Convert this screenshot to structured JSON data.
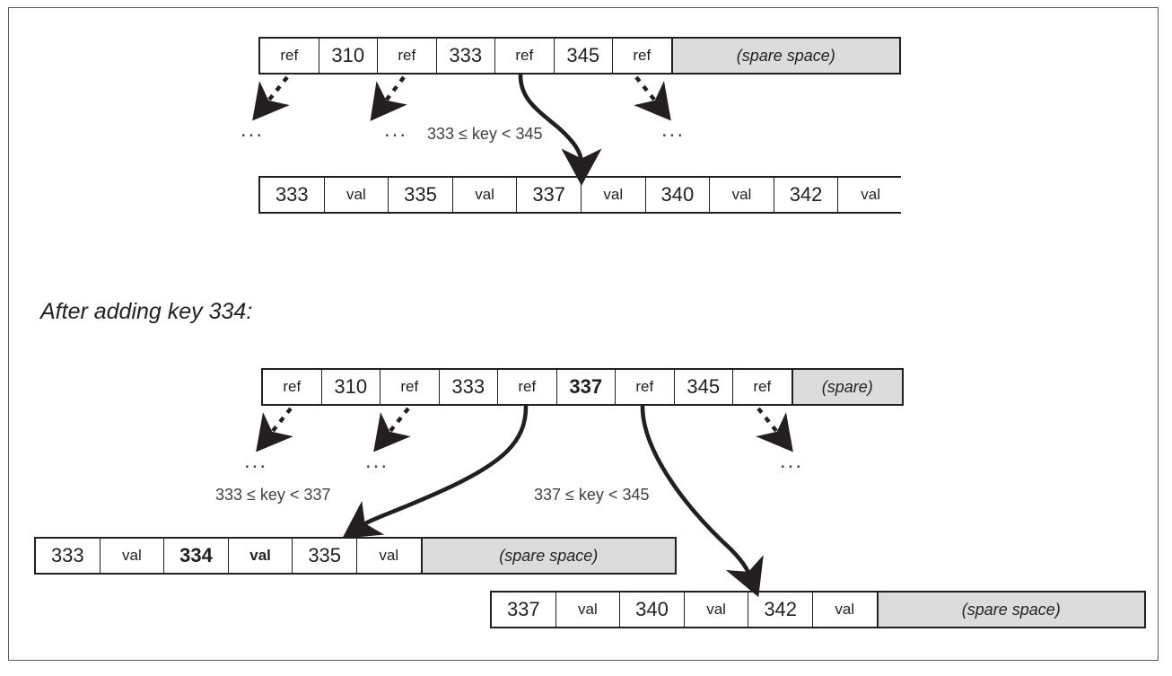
{
  "figure": {
    "caption_after": "After adding key 334:",
    "spare_space_label": "(spare space)",
    "spare_short_label": "(spare)",
    "ellipsis": "...",
    "ref_label": "ref",
    "val_label": "val"
  },
  "before": {
    "root": {
      "cells": [
        {
          "text": "ref",
          "type": "ref"
        },
        {
          "text": "310",
          "type": "key"
        },
        {
          "text": "ref",
          "type": "ref"
        },
        {
          "text": "333",
          "type": "key"
        },
        {
          "text": "ref",
          "type": "ref"
        },
        {
          "text": "345",
          "type": "key"
        },
        {
          "text": "ref",
          "type": "ref"
        },
        {
          "text": "(spare space)",
          "type": "spare"
        }
      ]
    },
    "range_label": "333 ≤ key < 345",
    "ellipses": [
      "...",
      "...",
      "..."
    ],
    "leaf": {
      "cells": [
        {
          "text": "333",
          "type": "key"
        },
        {
          "text": "val",
          "type": "val"
        },
        {
          "text": "335",
          "type": "key"
        },
        {
          "text": "val",
          "type": "val"
        },
        {
          "text": "337",
          "type": "key"
        },
        {
          "text": "val",
          "type": "val"
        },
        {
          "text": "340",
          "type": "key"
        },
        {
          "text": "val",
          "type": "val"
        },
        {
          "text": "342",
          "type": "key"
        },
        {
          "text": "val",
          "type": "val"
        }
      ]
    }
  },
  "after": {
    "root": {
      "cells": [
        {
          "text": "ref",
          "type": "ref"
        },
        {
          "text": "310",
          "type": "key"
        },
        {
          "text": "ref",
          "type": "ref"
        },
        {
          "text": "333",
          "type": "key"
        },
        {
          "text": "ref",
          "type": "ref"
        },
        {
          "text": "337",
          "type": "key",
          "bold": true
        },
        {
          "text": "ref",
          "type": "ref"
        },
        {
          "text": "345",
          "type": "key"
        },
        {
          "text": "ref",
          "type": "ref"
        },
        {
          "text": "(spare)",
          "type": "spare"
        }
      ]
    },
    "range_label_left": "333 ≤ key < 337",
    "range_label_right": "337 ≤ key < 345",
    "ellipses": [
      "...",
      "...",
      "..."
    ],
    "leaf_left": {
      "cells": [
        {
          "text": "333",
          "type": "key"
        },
        {
          "text": "val",
          "type": "val"
        },
        {
          "text": "334",
          "type": "key",
          "bold": true
        },
        {
          "text": "val",
          "type": "val",
          "bold": true
        },
        {
          "text": "335",
          "type": "key"
        },
        {
          "text": "val",
          "type": "val"
        },
        {
          "text": "(spare space)",
          "type": "spare"
        }
      ]
    },
    "leaf_right": {
      "cells": [
        {
          "text": "337",
          "type": "key"
        },
        {
          "text": "val",
          "type": "val"
        },
        {
          "text": "340",
          "type": "key"
        },
        {
          "text": "val",
          "type": "val"
        },
        {
          "text": "342",
          "type": "key"
        },
        {
          "text": "val",
          "type": "val"
        },
        {
          "text": "(spare space)",
          "type": "spare"
        }
      ]
    }
  },
  "colors": {
    "ink": "#231f20",
    "spare_fill": "#dcdcdc",
    "frame": "#58585a",
    "label_text": "#414042"
  }
}
